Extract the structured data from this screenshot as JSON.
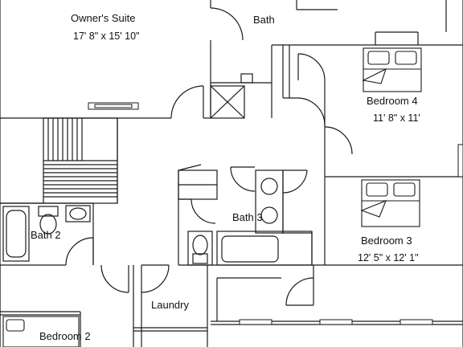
{
  "rooms": {
    "owners_suite": {
      "name": "Owner's Suite",
      "dims": "17' 8\" x 15' 10\""
    },
    "bath": {
      "name": "Bath"
    },
    "bedroom_4": {
      "name": "Bedroom 4",
      "dims": "11' 8\" x 11'"
    },
    "bath_2": {
      "name": "Bath 2"
    },
    "bath_3": {
      "name": "Bath 3"
    },
    "bedroom_3": {
      "name": "Bedroom 3",
      "dims": "12' 5\" x 12' 1\""
    },
    "laundry": {
      "name": "Laundry"
    },
    "bedroom_2": {
      "name": "Bedroom 2"
    }
  },
  "colors": {
    "wall": "#1a1a1a",
    "background": "#ffffff",
    "fixture_fill": "#f4f4f4"
  }
}
